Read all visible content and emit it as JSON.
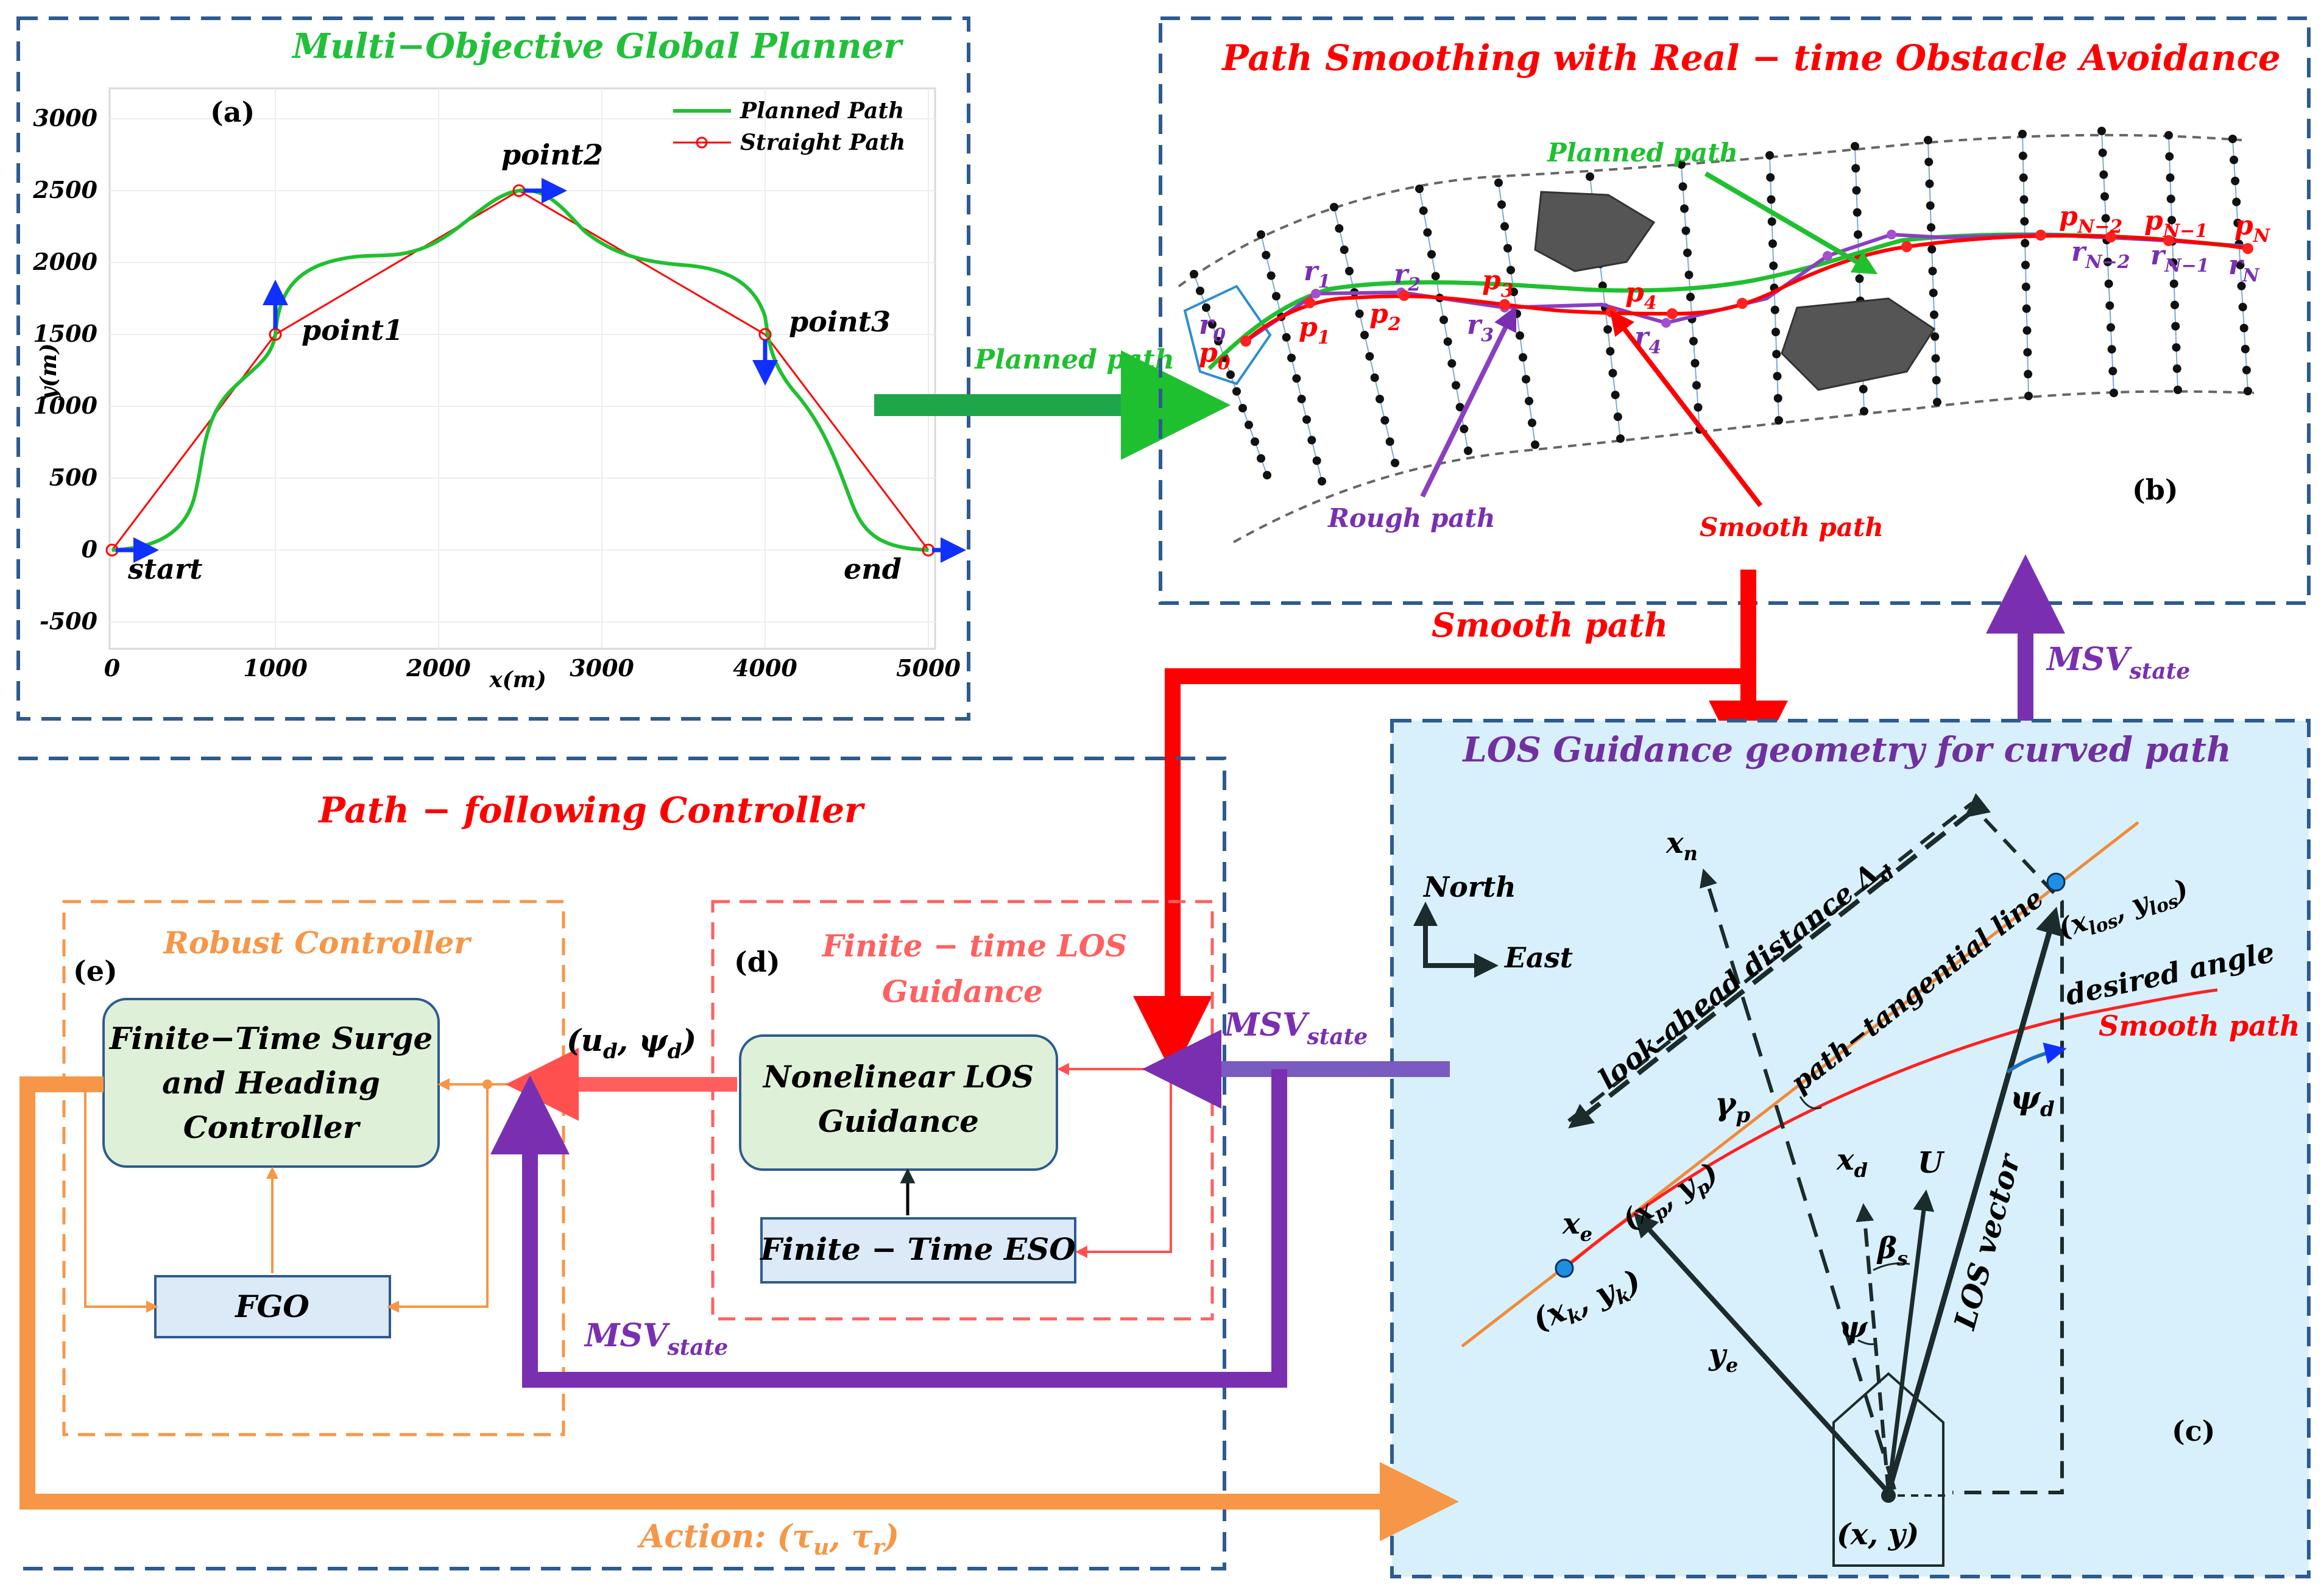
{
  "panel_a": {
    "title": "Multi−Objective Global Planner",
    "label": "(a)",
    "legend_planned": "Planned Path",
    "legend_straight": "Straight Path",
    "ylabel": "y(m)",
    "xlabel": "x(m)",
    "yticks": [
      "3000",
      "2500",
      "2000",
      "1500",
      "1000",
      "500",
      "0",
      "-500"
    ],
    "xticks": [
      "0",
      "1000",
      "2000",
      "3000",
      "4000",
      "5000"
    ],
    "points": {
      "start": "start",
      "point1": "point1",
      "point2": "point2",
      "point3": "point3",
      "end": "end"
    }
  },
  "panel_b": {
    "title": "Path Smoothing with Real − time Obstacle Avoidance",
    "label": "(b)",
    "planned_path": "Planned path",
    "rough_path": "Rough path",
    "smooth_path": "Smooth path",
    "r_labels": [
      "r",
      "r",
      "r",
      "r",
      "r",
      "r",
      "r",
      "r"
    ],
    "r_subs": [
      "0",
      "1",
      "2",
      "3",
      "4",
      "N−2",
      "N−1",
      "N"
    ],
    "p_labels": [
      "p",
      "p",
      "p",
      "p",
      "p",
      "p",
      "p",
      "p"
    ],
    "p_subs": [
      "0",
      "1",
      "2",
      "3",
      "4",
      "N−2",
      "N−1",
      "N"
    ]
  },
  "arrows": {
    "planned_path": "Planned path",
    "smooth_path": "Smooth path",
    "msv": "MSV",
    "msv_sub": "state",
    "action_prefix": "Action: ",
    "action_value": "(τ",
    "action_u": "u",
    "action_sep": ", τ",
    "action_r": "r",
    "action_close": ")"
  },
  "panel_c": {
    "title": "LOS Guidance geometry for curved path",
    "label": "(c)",
    "north": "North",
    "east": "East",
    "xn": "x",
    "xn_sub": "n",
    "lookahead": "look-ahead distance Δ",
    "lookahead_sub": "d",
    "tangent": "path−tangential line",
    "desired_angle": "desired angle",
    "smooth_path": "Smooth path",
    "xlos": "(x",
    "xlos_sub": "los",
    "ylos": ", y",
    "ylos_sub": "los",
    "gamma": "γ",
    "gamma_sub": "p",
    "psi_d": "ψ",
    "psi_d_sub": "d",
    "xe": "x",
    "xe_sub": "e",
    "ye": "y",
    "ye_sub": "e",
    "xp": "(x",
    "xp_sub": "p",
    "yp": ", y",
    "yp_sub": "p",
    "xk": "(x",
    "xk_sub": "k",
    "yk": ", y",
    "yk_sub": "k",
    "xd": "x",
    "xd_sub": "d",
    "U": "U",
    "beta": "β",
    "beta_sub": "s",
    "psi": "ψ",
    "los_vector": "LOS vector",
    "xy": "(x, y)",
    "close_paren": ")"
  },
  "controller": {
    "title": "Path − following Controller",
    "robust_title": "Robust Controller",
    "label_e": "(e)",
    "surge_box": [
      "Finite−Time Surge",
      "and Heading",
      "Controller"
    ],
    "fgo": "FGO",
    "finite_los_title": [
      "Finite − time LOS",
      "Guidance"
    ],
    "label_d": "(d)",
    "nonlinear_box": [
      "Nonelinear LOS",
      "Guidance"
    ],
    "eso_box": "Finite − Time ESO",
    "ud": "(u",
    "ud_sub": "d",
    "psid": ", ψ",
    "psid_sub": "d",
    "close": ")"
  },
  "colors": {
    "dash_blue": "#2e5b8f",
    "green": "#1fc02f",
    "red": "#ff0000",
    "purple": "#7030a0",
    "orange": "#f79646",
    "light_blue_bg": "#d8f0fc",
    "box_green": "#dff0d8",
    "box_blue": "#dce9f7",
    "salmon": "#ff6060",
    "title_green": "#22c03a"
  }
}
